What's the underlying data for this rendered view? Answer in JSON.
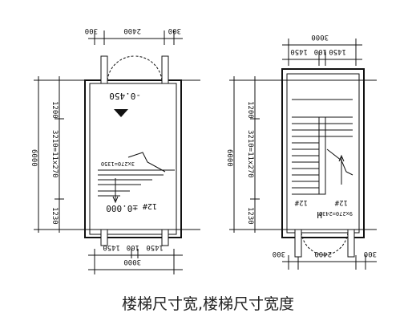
{
  "caption": "楼梯尺寸宽,楼梯尺寸宽度",
  "left_plan": {
    "top_dims": [
      "300",
      "2400",
      "300"
    ],
    "bottom_dims": [
      "1450",
      "100",
      "1450"
    ],
    "bottom_total": "3000",
    "side_segments": [
      "1200",
      "3210=11x270",
      "1230"
    ],
    "side_total": "6000",
    "elev_top": "-0.450",
    "elev_bottom": "±0.000",
    "stair_note": "3x270=1350",
    "stair_mark": "12#"
  },
  "right_plan": {
    "top_total": "3000",
    "top_dims": [
      "1450",
      "100",
      "1450"
    ],
    "bottom_dims": [
      "300",
      "2400",
      "300"
    ],
    "side_segments": [
      "1200",
      "3210=11x270",
      "1230"
    ],
    "side_total": "6000",
    "left_mark": "12#",
    "right_mark": "12#",
    "right_note": "9x270=2430",
    "h_mark": "H"
  }
}
